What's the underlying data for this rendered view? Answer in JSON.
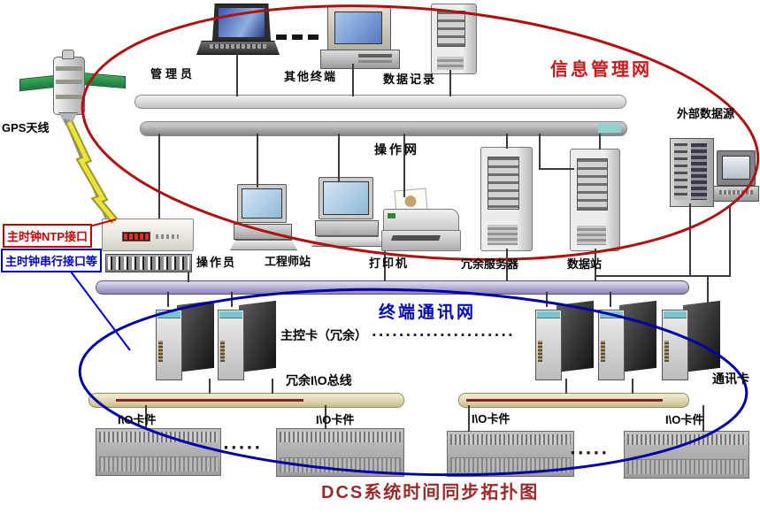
{
  "title": "DCS系统时间同步拓扑图",
  "networks": {
    "info_mgmt": "信息管理网",
    "operation": "操作网",
    "terminal_comm": "终端通讯网"
  },
  "labels": {
    "gps_antenna": "GPS天线",
    "admin": "管理员",
    "other_terminals": "其他终端",
    "data_record": "数据记录",
    "external_data_source": "外部数据源",
    "operator": "操作员",
    "engineer_station": "工程师站",
    "printer": "打印机",
    "redundant_server": "冗余服务器",
    "data_station": "数据站",
    "master_clock_ntp": "主时钟NTP接口",
    "master_clock_serial": "主时钟串行接口等",
    "main_control_card": "主控卡（冗余）",
    "redundant_io_bus": "冗余I\\O总线",
    "comm_card": "通讯卡",
    "io_card": "I\\O卡件"
  },
  "symbols": {
    "card_dotted_line": "·····················",
    "rack_ellipsis": "·····"
  },
  "colors": {
    "info_net_ellipse": "#b01010",
    "info_net_label": "#cc1818",
    "terminal_net_ellipse": "#0000a8",
    "terminal_net_label": "#0008b8",
    "title_text": "#9a2a2a",
    "ntp_box": "#c80000",
    "serial_box": "#0000c0",
    "io_bus": "#d9d1a4",
    "terminal_bus": "#b3aad0",
    "lightning": "#ece43c",
    "satellite_wing": "#2e8b57"
  },
  "icons": {
    "gps-satellite-icon": "css-cylinder-with-green-wings",
    "lightning-icon": "svg-yellow-zigzag",
    "continuation-dashes-icon": "three-black-dashes",
    "admin-laptop-icon": "css-laptop",
    "terminal-desktop-icon": "css-desktop",
    "data-record-server-icon": "css-tower",
    "ntp-clock-device-icon": "css-rack-unit-with-red-led",
    "serial-interface-device-icon": "css-connector-strip",
    "operator-workstation-icon": "css-desktop",
    "engineer-workstation-icon": "css-desktop",
    "printer-icon": "css-printer-with-paper",
    "redundant-server-icon": "css-tower",
    "data-station-server-icon": "css-tower",
    "external-rack-icon": "css-module-rack",
    "external-pc-icon": "css-small-pc",
    "control-card-icon": "css-card-with-dark-board",
    "io-rack-icon": "css-terminal-block"
  }
}
